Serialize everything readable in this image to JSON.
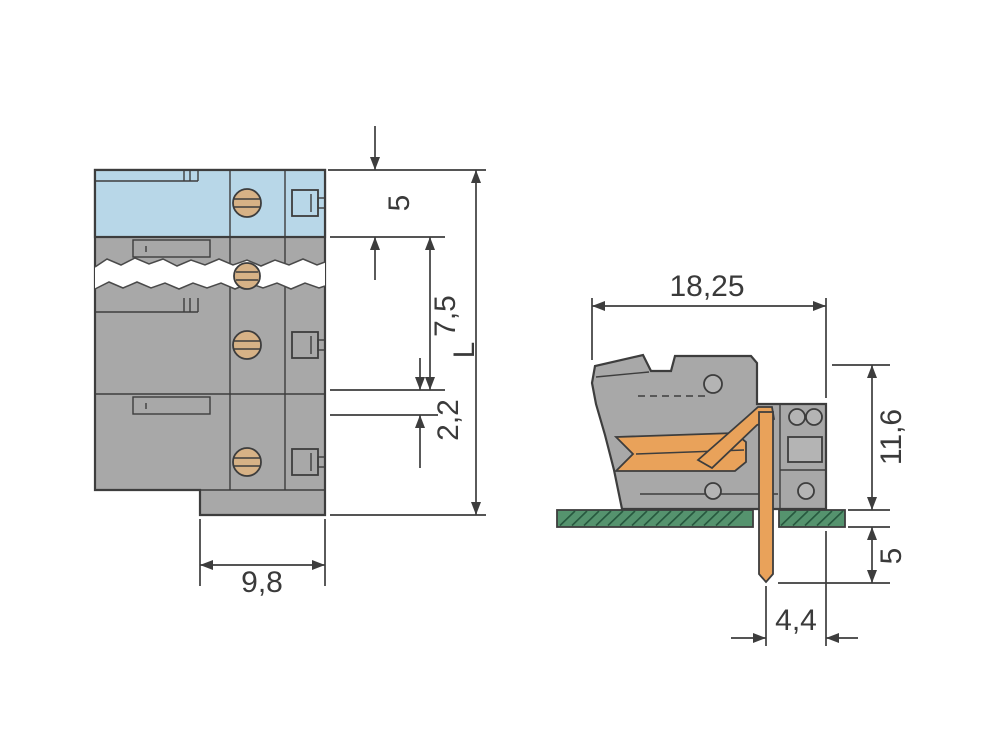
{
  "front_view": {
    "dims": {
      "top_height": "5",
      "pitch": "7,5",
      "offset": "2,2",
      "total_length": "L",
      "depth": "9,8"
    }
  },
  "side_view": {
    "dims": {
      "width": "18,25",
      "height_above_board": "11,6",
      "pin_length": "5",
      "pin_to_edge": "4,4"
    }
  },
  "colors": {
    "highlight_blue": "#b8d7e8",
    "body_gray": "#a8a8a8",
    "detail_gray": "#b4b4b4",
    "contact_orange": "#e9a25a",
    "screw_tan": "#d7b286",
    "pcb_green": "#55936e",
    "pcb_hatch": "#27593f",
    "line_dark": "#3d3d3d",
    "background": "#ffffff"
  }
}
